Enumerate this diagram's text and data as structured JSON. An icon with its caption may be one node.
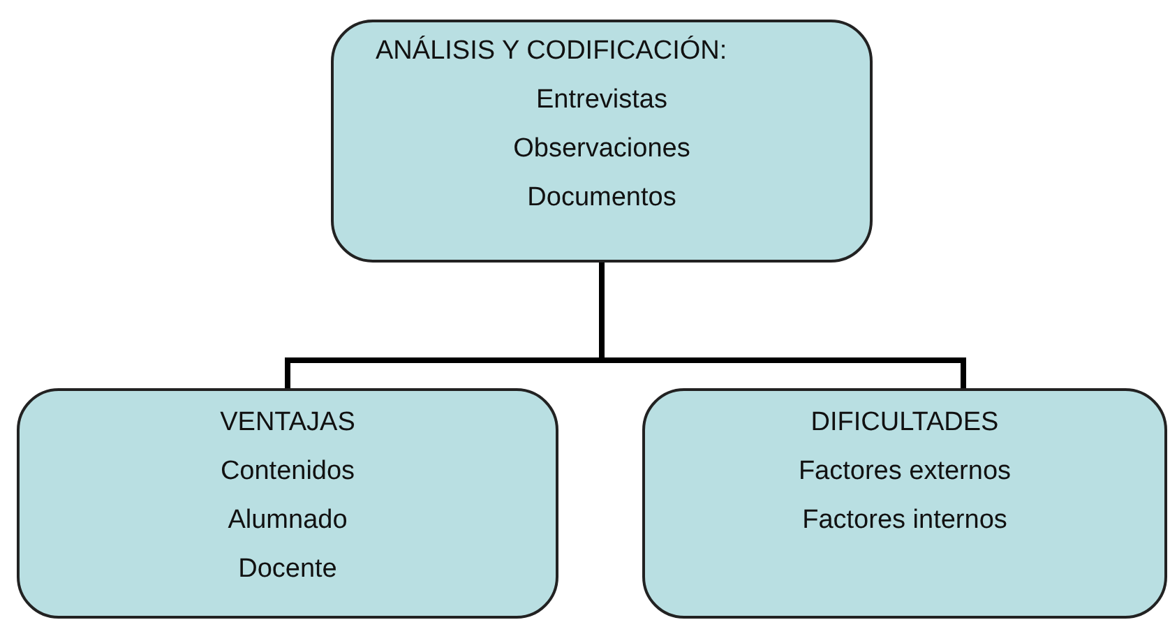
{
  "diagram": {
    "nodes": [
      {
        "text": [
          "ANÁLISIS Y CODIFICACIÓN:",
          "Entrevistas",
          "Observaciones",
          "Documentos"
        ]
      },
      {
        "text": [
          "VENTAJAS",
          "Contenidos",
          "Alumnado",
          "Docente"
        ]
      },
      {
        "text": [
          "DIFICULTADES",
          "Factores externos",
          "Factores internos"
        ]
      }
    ],
    "edges": [
      {
        "from": 0,
        "to": 1,
        "arrow": "none"
      },
      {
        "from": 0,
        "to": 2,
        "arrow": "none"
      }
    ]
  }
}
